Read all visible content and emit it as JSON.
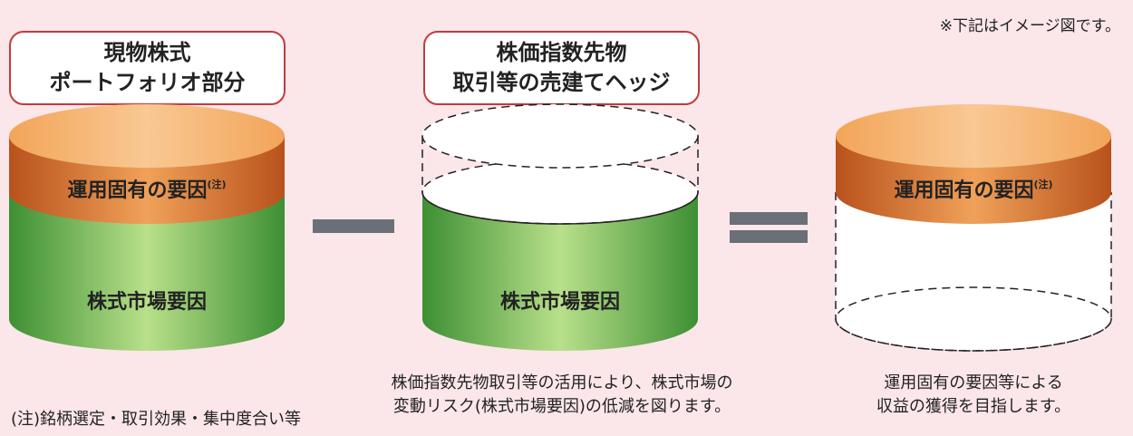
{
  "note": "※下記はイメージ図です。",
  "cylinders": [
    {
      "label_lines": [
        "現物株式",
        "ポートフォリオ部分"
      ],
      "top_segment": "運用固有の要因",
      "top_segment_sup": "(注)",
      "bottom_segment": "株式市場要因"
    },
    {
      "label_lines": [
        "株価指数先物",
        "取引等の売建てヘッジ"
      ],
      "bottom_segment": "株式市場要因"
    },
    {
      "top_segment": "運用固有の要因",
      "top_segment_sup": "(注)"
    }
  ],
  "operators": [
    "minus",
    "equals"
  ],
  "captions": {
    "middle": [
      "株価指数先物取引等の活用により、株式市場の",
      "変動リスク(株式市場要因)の低減を図ります。"
    ],
    "right": [
      "運用固有の要因等による",
      "収益の獲得を目指します。"
    ]
  },
  "footnote": "(注)銘柄選定・取引効果・集中度合い等",
  "colors": {
    "background": "#fbe6ea",
    "orange": "#e07a2a",
    "green": "#5fb24a",
    "operator": "#6b6f77",
    "box_border": "#c43a3a"
  }
}
